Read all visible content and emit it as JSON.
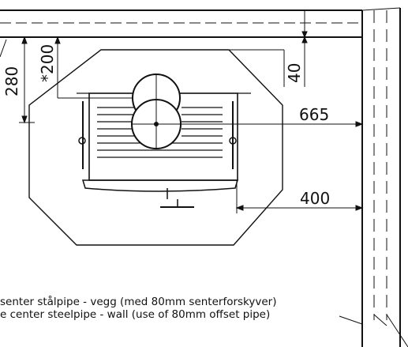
{
  "dimensions": {
    "ceiling_gap": "40",
    "top_clearance": "280",
    "pipe_offset": "*200",
    "center_to_wall": "665",
    "side_clearance": "400"
  },
  "notes": {
    "line1": "senter stålpipe - vegg (med 80mm senterforskyver)",
    "line2": "e center steelpipe - wall (use of 80mm offset pipe)"
  }
}
